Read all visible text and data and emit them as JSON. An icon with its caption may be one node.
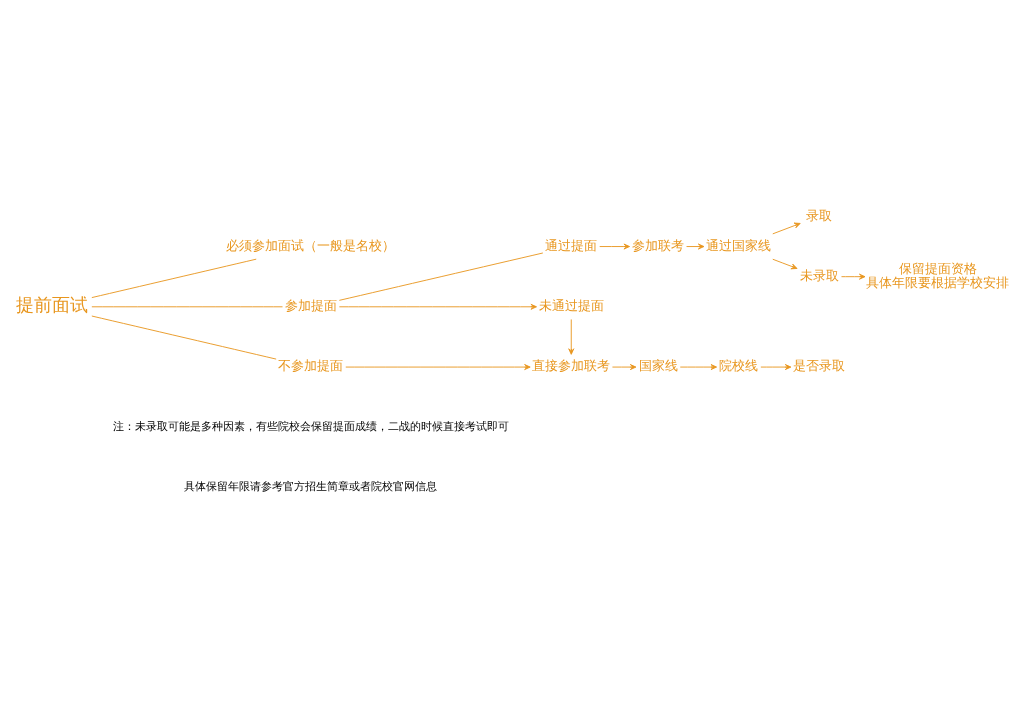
{
  "diagram": {
    "nodes": [
      {
        "text": [
          "提前面试"
        ]
      },
      {
        "text": [
          "必须参加面试（一般是名校）"
        ]
      },
      {
        "text": [
          "参加提面"
        ]
      },
      {
        "text": [
          "通过提面"
        ]
      },
      {
        "text": [
          "参加联考"
        ]
      },
      {
        "text": [
          "通过国家线"
        ]
      },
      {
        "text": [
          "录取"
        ]
      },
      {
        "text": [
          "未录取"
        ]
      },
      {
        "text": [
          "保留提面资格",
          "具体年限要根据学校安排"
        ]
      },
      {
        "text": [
          "未通过提面"
        ]
      },
      {
        "text": [
          "不参加提面"
        ]
      },
      {
        "text": [
          "直接参加联考"
        ]
      },
      {
        "text": [
          "国家线"
        ]
      },
      {
        "text": [
          "院校线"
        ]
      },
      {
        "text": [
          "是否录取"
        ]
      }
    ],
    "edges": [
      {
        "from": 0,
        "to": 1,
        "arrow": "none"
      },
      {
        "from": 0,
        "to": 2,
        "arrow": "none"
      },
      {
        "from": 0,
        "to": 10,
        "arrow": "none"
      },
      {
        "from": 2,
        "to": 3,
        "arrow": "none"
      },
      {
        "from": 2,
        "to": 9,
        "arrow": "to"
      },
      {
        "from": 3,
        "to": 4,
        "arrow": "to"
      },
      {
        "from": 4,
        "to": 5,
        "arrow": "to"
      },
      {
        "from": 5,
        "to": 6,
        "arrow": "to"
      },
      {
        "from": 5,
        "to": 7,
        "arrow": "to"
      },
      {
        "from": 7,
        "to": 8,
        "arrow": "to"
      },
      {
        "from": 9,
        "to": 11,
        "arrow": "to"
      },
      {
        "from": 10,
        "to": 11,
        "arrow": "to"
      },
      {
        "from": 11,
        "to": 12,
        "arrow": "to"
      },
      {
        "from": 12,
        "to": 13,
        "arrow": "to"
      },
      {
        "from": 13,
        "to": 14,
        "arrow": "to"
      }
    ],
    "labels": [
      "注：未录取可能是多种因素，有些院校会保留提面成绩，二战的时候直接考试即可",
      "具体保留年限请参考官方招生简章或者院校官网信息"
    ]
  }
}
